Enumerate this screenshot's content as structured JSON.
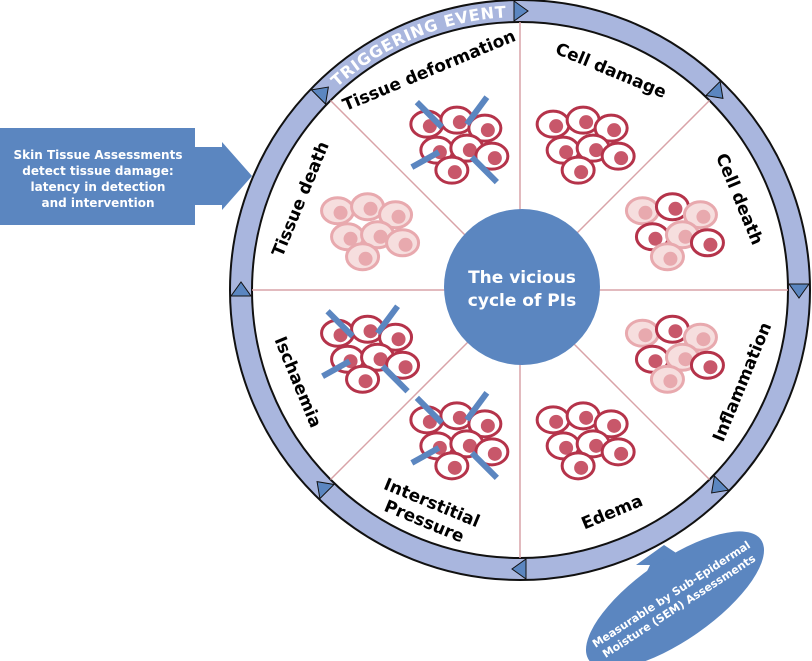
{
  "ring": {
    "label": "TRIGGERING EVENT"
  },
  "center": {
    "line1": "The vicious",
    "line2": "cycle of PIs"
  },
  "sectors": [
    {
      "label": "Tissue deformation"
    },
    {
      "label": "Cell damage"
    },
    {
      "label": "Cell death"
    },
    {
      "label": "Inflammation"
    },
    {
      "label": "Edema"
    },
    {
      "label": "Interstitial Pressure",
      "lines": [
        "Interstitial",
        "Pressure"
      ]
    },
    {
      "label": "Ischaemia"
    },
    {
      "label": "Tissue death"
    }
  ],
  "left_callout": {
    "lines": [
      "Skin Tissue Assessments",
      "detect tissue damage:",
      "latency in detection",
      "and intervention"
    ]
  },
  "sem_callout": {
    "lines": [
      "Measurable by Sub-Epidermal",
      "Moisture (SEM) Assessments"
    ]
  },
  "colors": {
    "accent_blue": "#5b86c0",
    "ring": "#a9b6de",
    "cell_dark": "#b5334a",
    "cell_light": "#e8a9ae",
    "spoke": "#d9a3a8"
  }
}
